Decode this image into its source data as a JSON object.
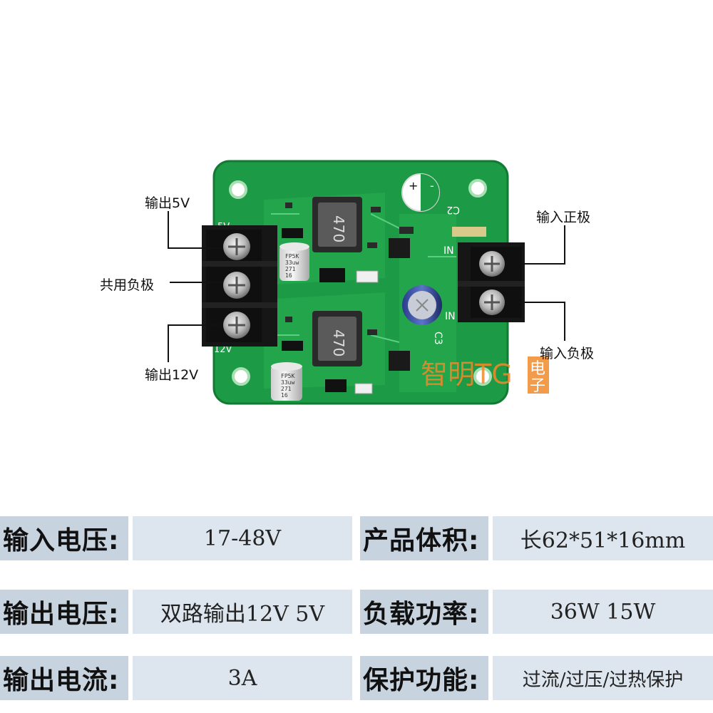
{
  "callouts": {
    "out5v": "输出5V",
    "common_neg": "共用负极",
    "out12v": "输出12V",
    "in_pos": "输入正极",
    "in_neg": "输入负极"
  },
  "board": {
    "inductor_top": "470",
    "inductor_bottom": "470",
    "cap_small_top": [
      "FP5K",
      "33uw",
      "271",
      "16"
    ],
    "cap_small_bottom": [
      "FP5K",
      "33uw",
      "271",
      "16"
    ],
    "silk_c2": "C2",
    "silk_c3": "C3",
    "silk_in1": "IN",
    "silk_in2": "IN",
    "silk_12v": "12V",
    "silk_5v": "5V",
    "silk_plus": "+",
    "silk_minus": "-"
  },
  "watermark": {
    "text": "智明TG",
    "box_top": "电",
    "box_bottom": "子",
    "color": "#f08a2a"
  },
  "colors": {
    "pcb": "#1fa34a",
    "label_bg": "#c8d3e0",
    "value_bg": "#dde5ee"
  },
  "specs": [
    {
      "label": "输入电压:",
      "value": "17-48V",
      "label2": "产品体积:",
      "value2": "长62*51*16mm"
    },
    {
      "label": "输出电压:",
      "value": "双路输出12V 5V",
      "label2": "负载功率:",
      "value2": "36W 15W"
    },
    {
      "label": "输出电流:",
      "value": "3A",
      "label2": "保护功能:",
      "value2": "过流/过压/过热保护"
    }
  ]
}
